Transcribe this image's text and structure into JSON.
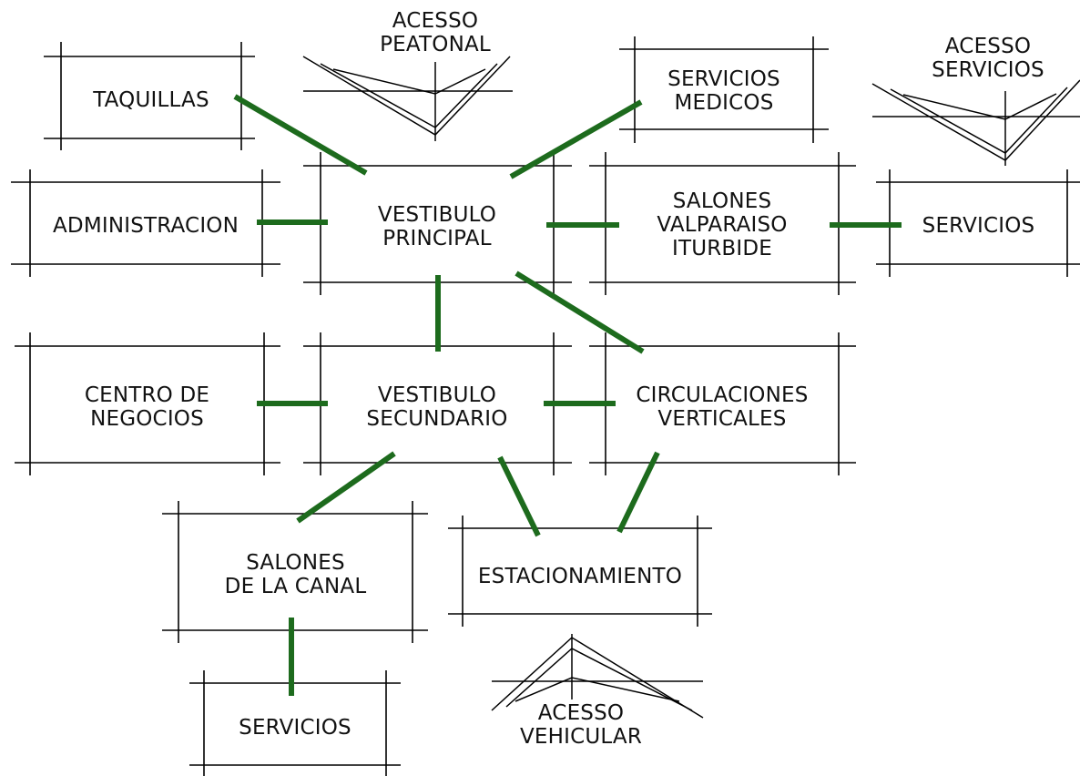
{
  "boxes": {
    "taquillas": {
      "lines": [
        "TAQUILLAS"
      ]
    },
    "administracion": {
      "lines": [
        "ADMINISTRACION"
      ]
    },
    "vestibulo_principal": {
      "lines": [
        "VESTIBULO",
        "PRINCIPAL"
      ]
    },
    "servicios_medicos": {
      "lines": [
        "SERVICIOS",
        "MEDICOS"
      ]
    },
    "salones_valparaiso": {
      "lines": [
        "SALONES",
        "VALPARAISO",
        "ITURBIDE"
      ]
    },
    "servicios_right": {
      "lines": [
        "SERVICIOS"
      ]
    },
    "centro_negocios": {
      "lines": [
        "CENTRO DE",
        "NEGOCIOS"
      ]
    },
    "vestibulo_secundario": {
      "lines": [
        "VESTIBULO",
        "SECUNDARIO"
      ]
    },
    "circulaciones": {
      "lines": [
        "CIRCULACIONES",
        "VERTICALES"
      ]
    },
    "salones_canal": {
      "lines": [
        "SALONES",
        "DE LA CANAL"
      ]
    },
    "estacionamiento": {
      "lines": [
        "ESTACIONAMIENTO"
      ]
    },
    "servicios_bottom": {
      "lines": [
        "SERVICIOS"
      ]
    }
  },
  "accesses": {
    "peatonal": {
      "lines": [
        "ACESSO",
        "PEATONAL"
      ]
    },
    "servicios": {
      "lines": [
        "ACESSO",
        "SERVICIOS"
      ]
    },
    "vehicular": {
      "lines": [
        "ACESSO",
        "VEHICULAR"
      ]
    }
  },
  "colors": {
    "link": "#1d6b1d",
    "frame": "#000000",
    "text": "#111111"
  }
}
